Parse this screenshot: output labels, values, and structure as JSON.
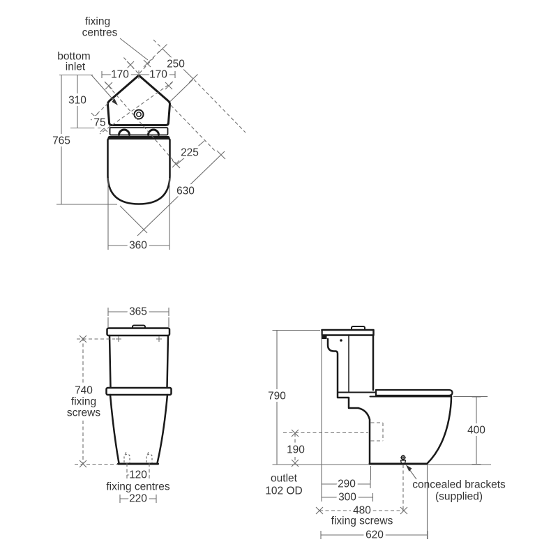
{
  "drawing": {
    "title": "corner-wc-suite-technical-drawing",
    "background_color": "#ffffff",
    "object_line_color": "#1a1a1a",
    "dimension_line_color": "#6e6e6e",
    "text_color": "#333333"
  },
  "top_view": {
    "labels": {
      "fixing_centres_line1": "fixing",
      "fixing_centres_line2": "centres",
      "bottom_inlet_line1": "bottom",
      "bottom_inlet_line2": "inlet"
    },
    "dims": {
      "fix_left": "170",
      "fix_right": "170",
      "wall_fixing": "250",
      "cistern_depth": "310",
      "inlet_offset": "75",
      "overall_depth": "765",
      "seat_diagonal": "225",
      "corner_diagonal": "630",
      "bowl_width": "360"
    }
  },
  "front_view": {
    "labels": {
      "screws_line2": "fixing",
      "screws_line3": "screws",
      "fixing_centres": "fixing centres"
    },
    "dims": {
      "cistern_width": "365",
      "screws_height": "740",
      "fixing_centres": "120",
      "base_width": "220"
    }
  },
  "side_view": {
    "labels": {
      "outlet_line1": "outlet",
      "outlet_line2": "102 OD",
      "fixing_screws": "fixing screws",
      "brackets_line1": "concealed brackets",
      "brackets_line2": "(supplied)"
    },
    "dims": {
      "overall_height": "790",
      "outlet_height": "190",
      "to_outlet_a": "290",
      "to_outlet_b": "300",
      "screws_depth": "480",
      "overall_depth": "620",
      "pan_height": "400"
    }
  }
}
